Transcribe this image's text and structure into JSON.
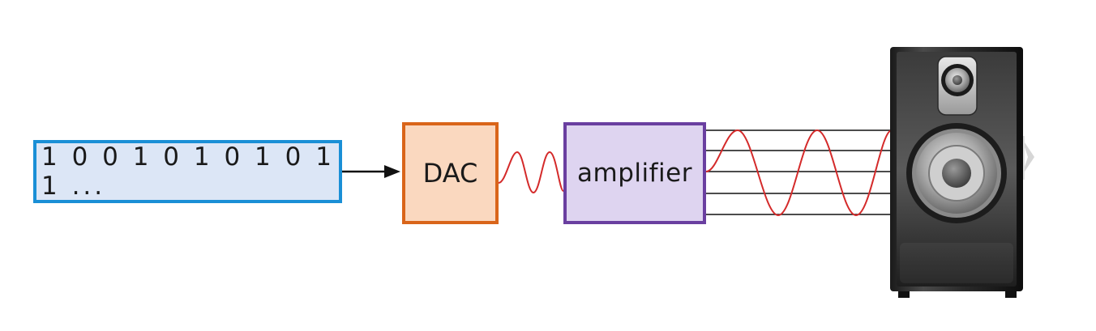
{
  "diagram": {
    "input_label": "1 0 0 1 0 1 0 1 0 1 1 ...",
    "dac_label": "DAC",
    "amplifier_label": "amplifier"
  },
  "colors": {
    "input_border": "#1a8fd6",
    "input_fill": "#dce6f6",
    "dac_border": "#d9651a",
    "dac_fill": "#fad8bf",
    "amplifier_border": "#6a3fa0",
    "amplifier_fill": "#ded4f0",
    "signal_wave": "#d42a2a",
    "arrow": "#111111"
  },
  "icons": {
    "speaker": "speaker-icon"
  }
}
